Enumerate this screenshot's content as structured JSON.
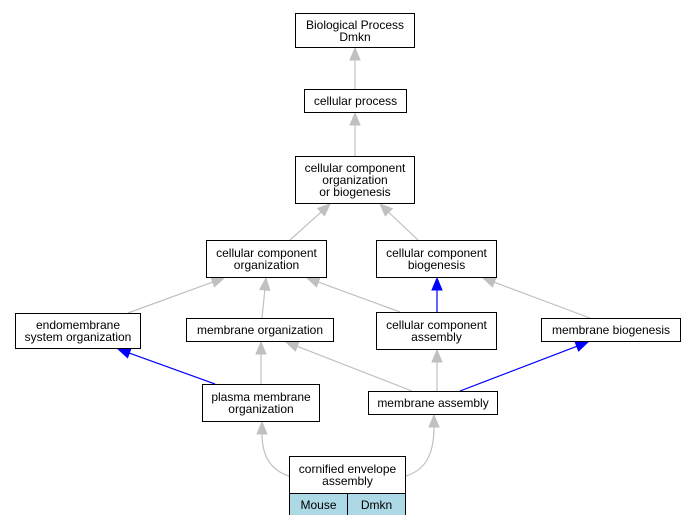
{
  "colors": {
    "edge_gray": "#c0c0c0",
    "edge_blue": "#0000ff",
    "leaf_fill": "#add8e6"
  },
  "nodes": {
    "biological_process": {
      "line1": "Biological Process",
      "line2": "Dmkn"
    },
    "cellular_process": {
      "line1": "cellular process"
    },
    "ccob": {
      "line1": "cellular component",
      "line2": "organization",
      "line3": "or biogenesis"
    },
    "cc_organization": {
      "line1": "cellular component",
      "line2": "organization"
    },
    "cc_biogenesis": {
      "line1": "cellular component",
      "line2": "biogenesis"
    },
    "endomembrane": {
      "line1": "endomembrane",
      "line2": "system organization"
    },
    "membrane_organization": {
      "line1": "membrane organization"
    },
    "cc_assembly": {
      "line1": "cellular component",
      "line2": "assembly"
    },
    "membrane_biogenesis": {
      "line1": "membrane biogenesis"
    },
    "plasma_membrane": {
      "line1": "plasma membrane",
      "line2": "organization"
    },
    "membrane_assembly": {
      "line1": "membrane assembly"
    },
    "cornified": {
      "line1": "cornified envelope",
      "line2": "assembly",
      "cell1": "Mouse",
      "cell2": "Dmkn"
    }
  }
}
